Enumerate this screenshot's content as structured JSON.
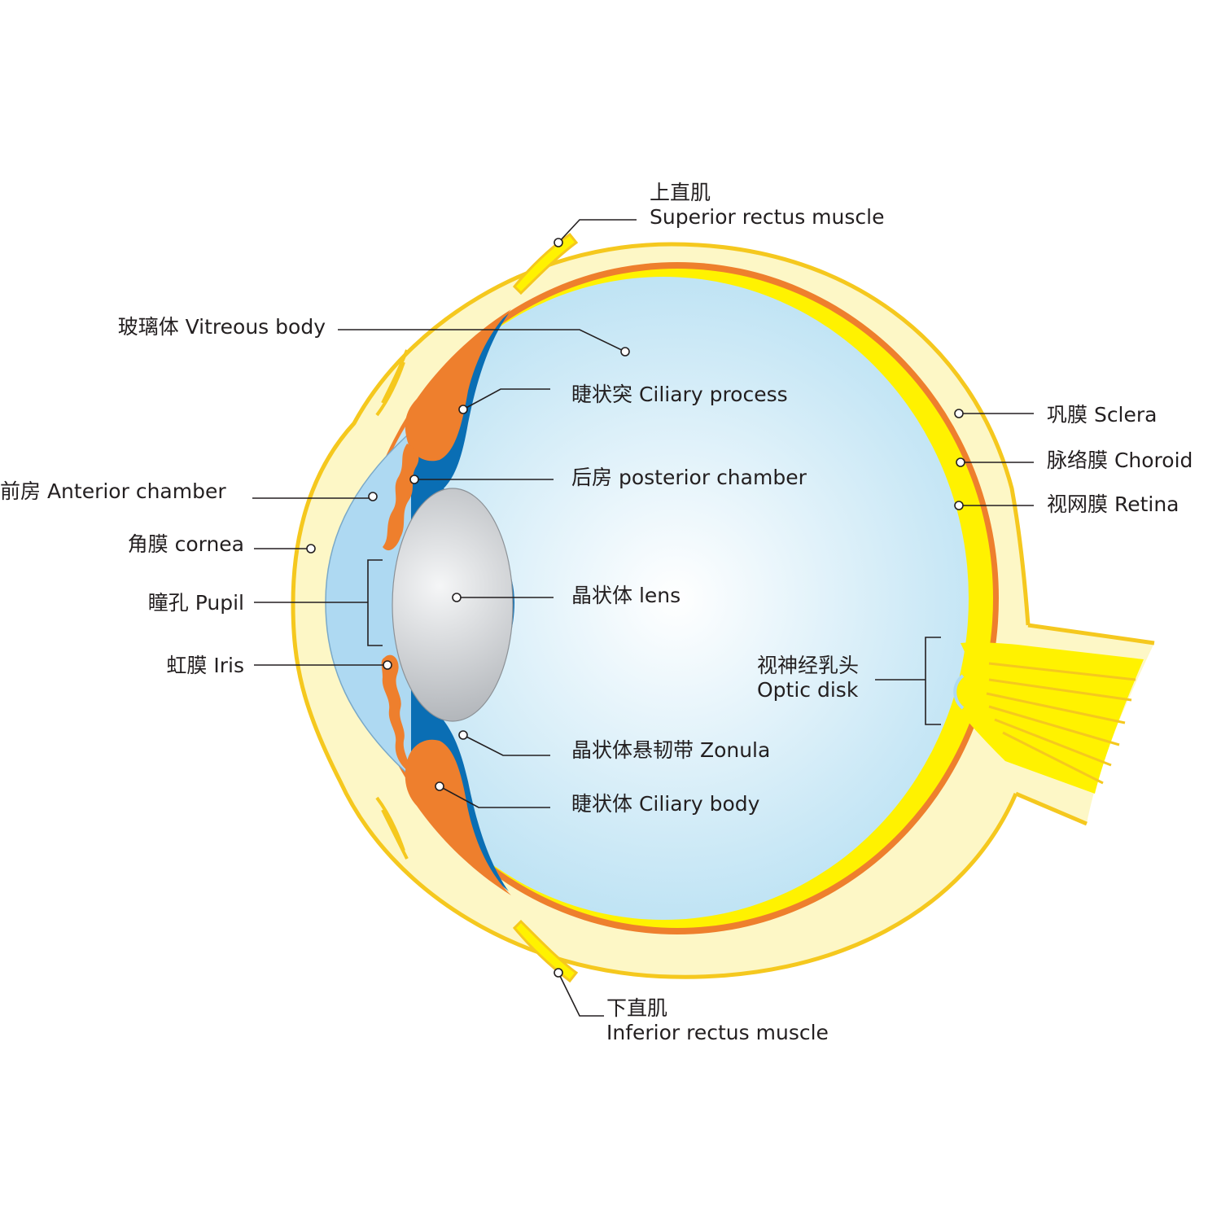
{
  "colors": {
    "sclera": "#fdf7c6",
    "sclera_outline": "#f5c81e",
    "choroid": "#ee7f2d",
    "retina": "#fff200",
    "vitreous_light": "#ffffff",
    "vitreous_dark": "#b3def2",
    "aqueous": "#aed9f2",
    "zonula": "#0a6eb4",
    "lens_light": "#f5f6f7",
    "lens_dark": "#a9adb2",
    "ink": "#231f20"
  },
  "labels": {
    "superior_rectus": {
      "zh": "上直肌",
      "en": "Superior rectus muscle"
    },
    "vitreous_body": "玻璃体 Vitreous body",
    "ciliary_process": "睫状突  Ciliary process",
    "sclera": "巩膜 Sclera",
    "choroid": "脉络膜 Choroid",
    "retina": "视网膜 Retina",
    "anterior_chamber": "前房 Anterior chamber",
    "posterior_chamber": "后房 posterior chamber",
    "cornea": "角膜 cornea",
    "pupil": "瞳孔 Pupil",
    "lens": "晶状体 lens",
    "iris": "虹膜 Iris",
    "optic_disk": {
      "zh": "视神经乳头",
      "en": "Optic disk"
    },
    "zonula": "晶状体悬韧带 Zonula",
    "ciliary_body": "睫状体 Ciliary body",
    "inferior_rectus": {
      "zh": "下直肌",
      "en": "Inferior rectus muscle"
    }
  }
}
